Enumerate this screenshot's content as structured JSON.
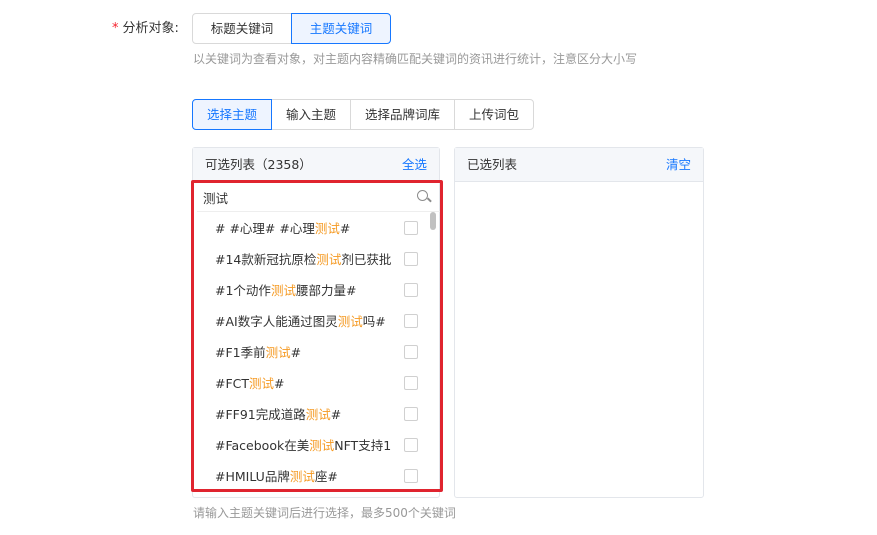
{
  "form": {
    "required_mark": "*",
    "label": "分析对象:",
    "options": [
      "标题关键词",
      "主题关键词"
    ],
    "selected": "主题关键词",
    "hint": "以关键词为查看对象，对主题内容精确匹配关键词的资讯进行统计，注意区分大小写"
  },
  "tabs": [
    "选择主题",
    "输入主题",
    "选择品牌词库",
    "上传词包"
  ],
  "active_tab": "选择主题",
  "left_panel": {
    "title": "可选列表（2358）",
    "action": "全选",
    "search_value": "测试",
    "items": [
      {
        "pre": "# #心理# #心理",
        "hl": "测试",
        "post": "#"
      },
      {
        "pre": "#14款新冠抗原检",
        "hl": "测试",
        "post": "剂已获批"
      },
      {
        "pre": "#1个动作",
        "hl": "测试",
        "post": "腰部力量#"
      },
      {
        "pre": "#AI数字人能通过图灵",
        "hl": "测试",
        "post": "吗#"
      },
      {
        "pre": "#F1季前",
        "hl": "测试",
        "post": "#"
      },
      {
        "pre": "#FCT",
        "hl": "测试",
        "post": "#"
      },
      {
        "pre": "#FF91完成道路",
        "hl": "测试",
        "post": "#"
      },
      {
        "pre": "#Facebook在美",
        "hl": "测试",
        "post": "NFT支持1"
      },
      {
        "pre": "#HMILU品牌",
        "hl": "测试",
        "post": "座#"
      }
    ]
  },
  "right_panel": {
    "title": "已选列表",
    "action": "清空"
  },
  "bottom_hint": "请输入主题关键词后进行选择，最多500个关键词",
  "colors": {
    "accent": "#1677ff",
    "highlight_text": "#f59a23",
    "annotation_box": "#e0242f"
  }
}
